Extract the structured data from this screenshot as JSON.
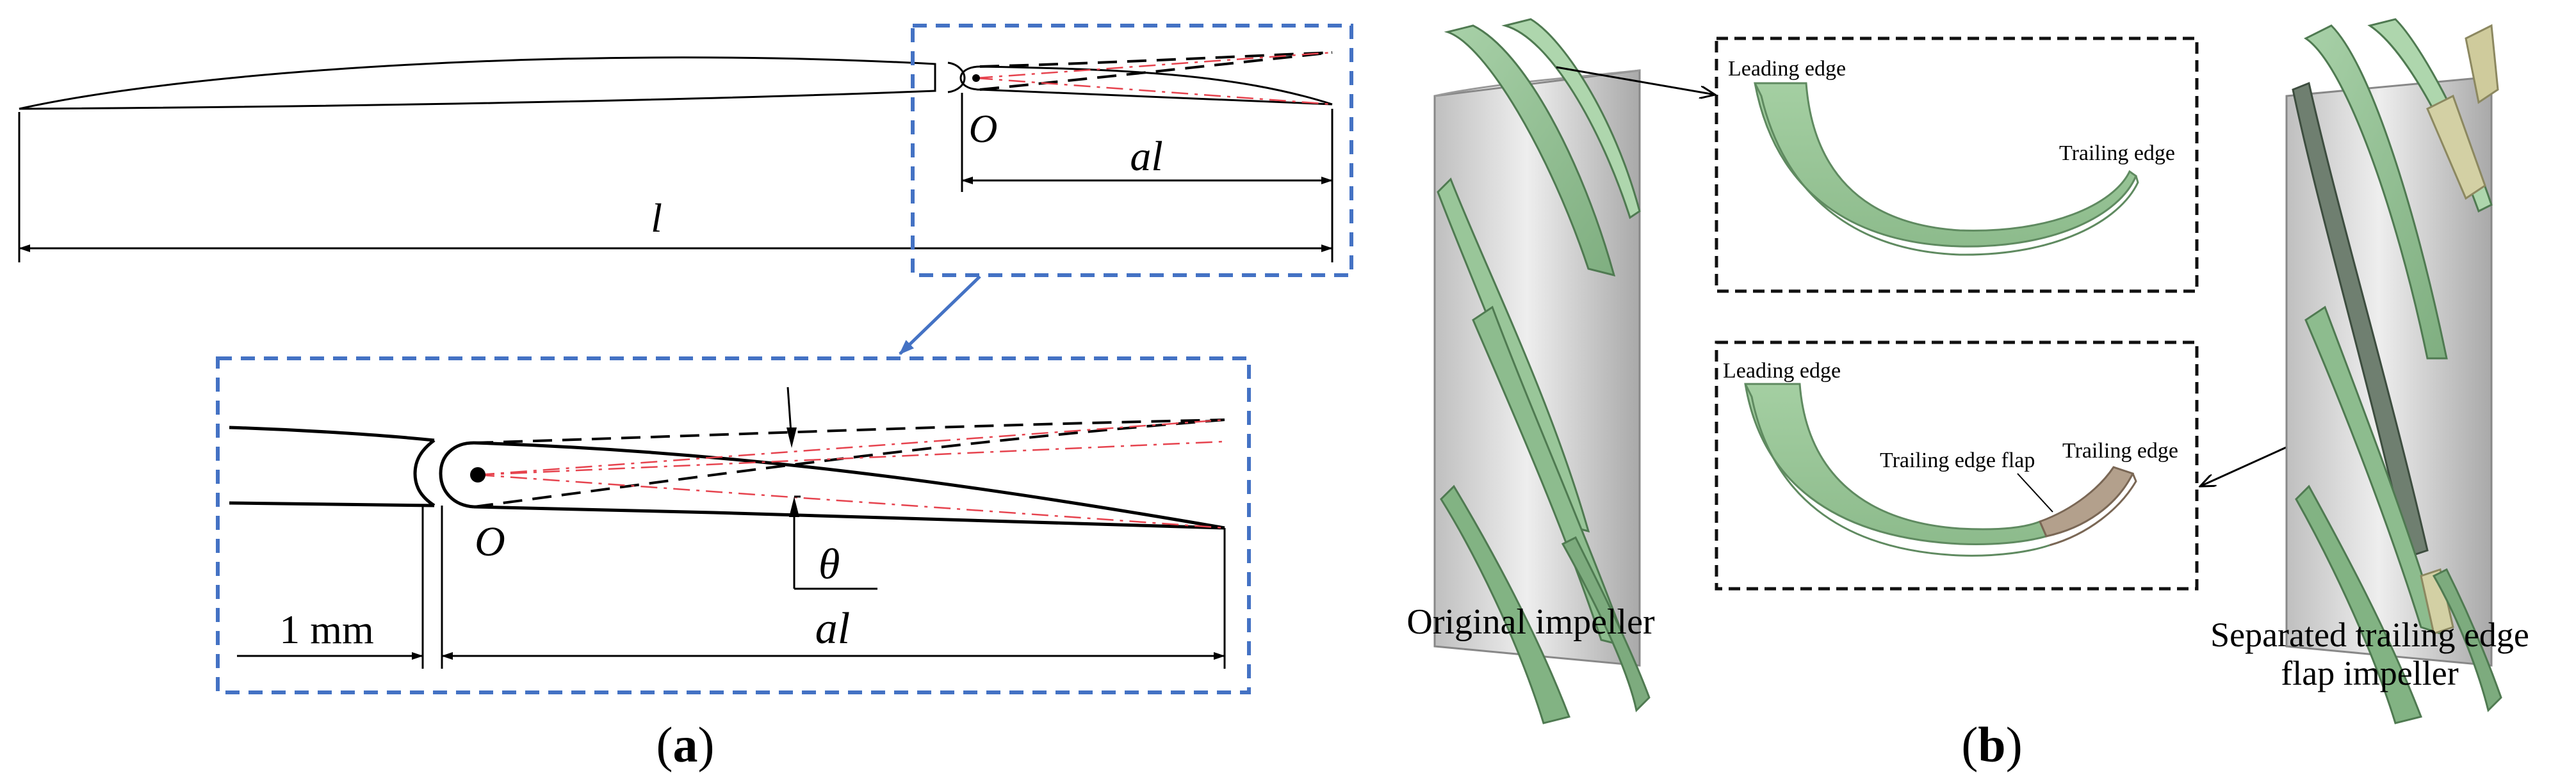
{
  "panel_a": {
    "label_full_chord": "l",
    "label_flap_length": "al",
    "label_pivot": "O",
    "label_zoom_flap_length": "al",
    "label_zoom_pivot": "O",
    "label_zoom_angle": "θ",
    "label_gap": "1 mm",
    "caption_open": "(",
    "caption_letter": "a",
    "caption_close": ")"
  },
  "panel_b": {
    "original_label": "Original impeller",
    "modified_label_line1": "Separated trailing edge",
    "modified_label_line2": "flap impeller",
    "top_box_leading": "Leading edge",
    "top_box_trailing": "Trailing edge",
    "bottom_box_leading": "Leading edge",
    "bottom_box_flap": "Trailing edge flap",
    "bottom_box_trailing": "Trailing edge",
    "caption_open": "(",
    "caption_letter": "b",
    "caption_close": ")"
  },
  "colors": {
    "zoom_box": "#4472c4",
    "dash_dot_line": "#e6434e",
    "blade_green": "#9cc79c",
    "flap_brown": "#b3a08c",
    "hub_gray": "#d6d6d6"
  }
}
